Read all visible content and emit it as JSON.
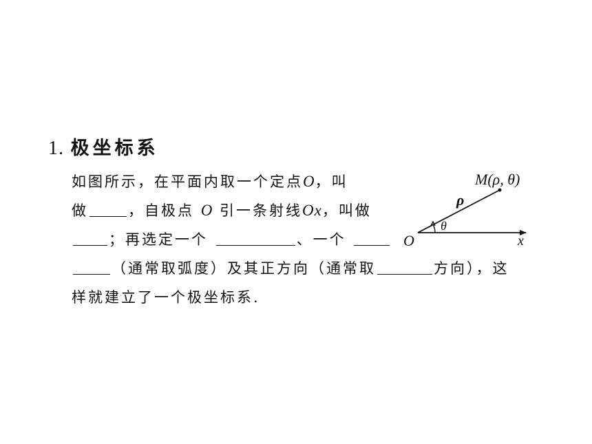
{
  "heading": {
    "number": "1.",
    "title": "极坐标系"
  },
  "paragraph": {
    "line1": {
      "t1": "如图所示，在平面内取一个定点",
      "var1": "O",
      "t2": "，叫"
    },
    "line2": {
      "t1": "做",
      "t2": "，自极点",
      "var1": "O",
      "t3": "引一条射线",
      "var2": "Ox",
      "t4": "，叫做"
    },
    "line3": {
      "t1": "；再选定一个",
      "t2": "、一个"
    },
    "line4": {
      "t1": "（通常取弧度）及其正方向（通常取",
      "t2": "方向），这"
    },
    "line5": {
      "t1": "样就建立了一个极坐标系."
    }
  },
  "figure": {
    "origin_label": "O",
    "axis_label": "x",
    "radius_label": "ρ",
    "angle_label": "θ",
    "point_label": "M(ρ, θ)"
  }
}
